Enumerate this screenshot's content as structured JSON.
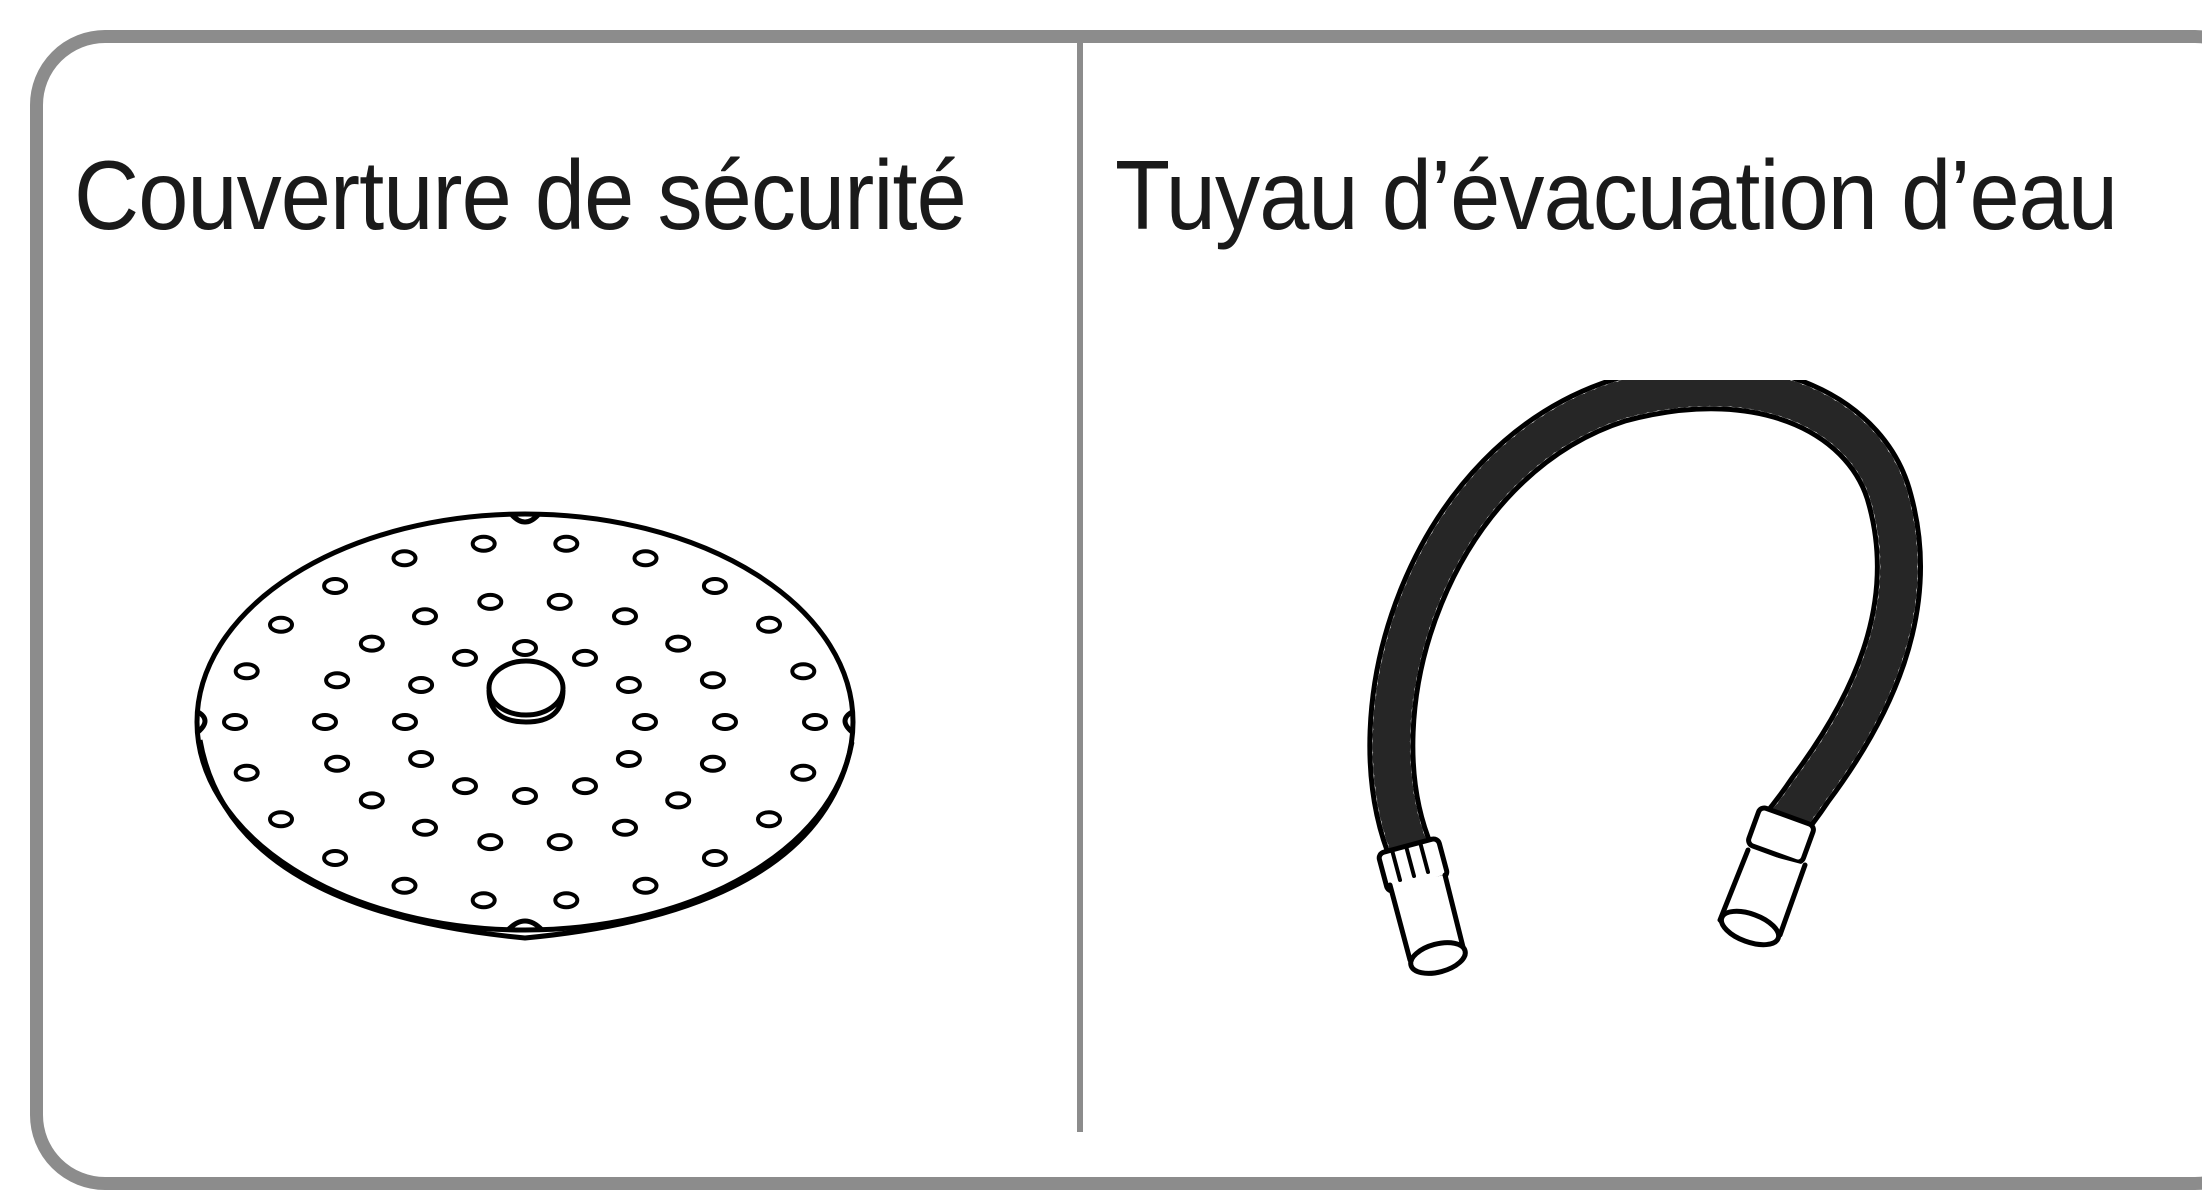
{
  "items": [
    {
      "label": "Couverture de sécurité",
      "icon": "safety-cover-illustration"
    },
    {
      "label": "Tuyau d’évacuation d’eau",
      "icon": "drain-hose-illustration"
    }
  ],
  "colors": {
    "frame": "#8c8c8c",
    "text": "#1a1a1a",
    "line_art": "#000000",
    "background": "#ffffff"
  }
}
